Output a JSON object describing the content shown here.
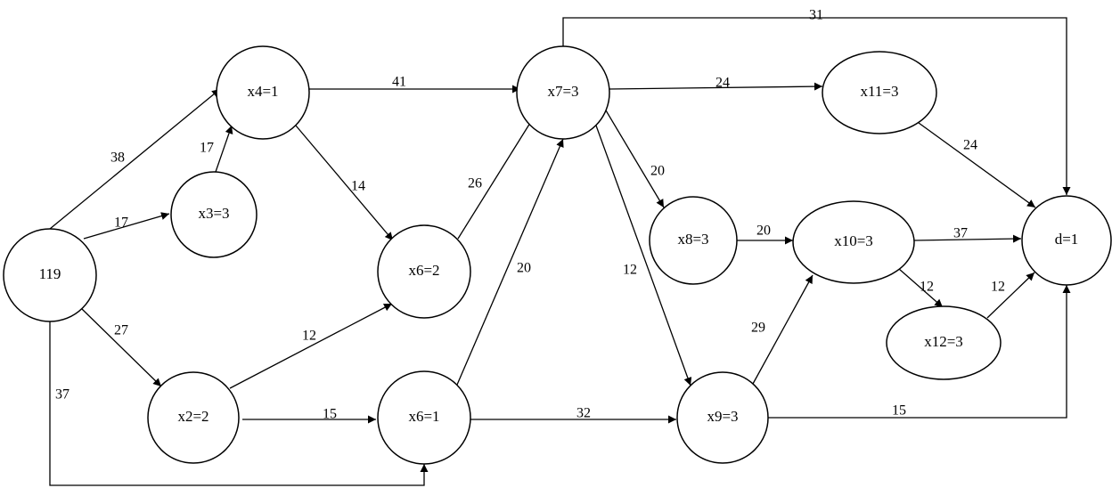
{
  "nodes": [
    {
      "id": "n119",
      "label": "119"
    },
    {
      "id": "x4",
      "label": "x4=1"
    },
    {
      "id": "x3",
      "label": "x3=3"
    },
    {
      "id": "x2",
      "label": "x2=2"
    },
    {
      "id": "x6a",
      "label": "x6=2"
    },
    {
      "id": "x6b",
      "label": "x6=1"
    },
    {
      "id": "x7",
      "label": "x7=3"
    },
    {
      "id": "x8",
      "label": "x8=3"
    },
    {
      "id": "x9",
      "label": "x9=3"
    },
    {
      "id": "x10",
      "label": "x10=3"
    },
    {
      "id": "x11",
      "label": "x11=3"
    },
    {
      "id": "x12",
      "label": "x12=3"
    },
    {
      "id": "d",
      "label": "d=1"
    }
  ],
  "edges": [
    {
      "from": "n119",
      "to": "x4",
      "label": "38"
    },
    {
      "from": "n119",
      "to": "x3",
      "label": "17"
    },
    {
      "from": "n119",
      "to": "x2",
      "label": "27"
    },
    {
      "from": "n119",
      "to": "x6b",
      "label": "37"
    },
    {
      "from": "x3",
      "to": "x4",
      "label": "17"
    },
    {
      "from": "x4",
      "to": "x7",
      "label": "41"
    },
    {
      "from": "x4",
      "to": "x6a",
      "label": "14"
    },
    {
      "from": "x2",
      "to": "x6a",
      "label": "12"
    },
    {
      "from": "x2",
      "to": "x6b",
      "label": "15"
    },
    {
      "from": "x6a",
      "to": "x7",
      "label": "26"
    },
    {
      "from": "x6b",
      "to": "x7",
      "label": "20"
    },
    {
      "from": "x6b",
      "to": "x9",
      "label": "32"
    },
    {
      "from": "x7",
      "to": "d",
      "label": "31"
    },
    {
      "from": "x7",
      "to": "x11",
      "label": "24"
    },
    {
      "from": "x7",
      "to": "x8",
      "label": "20"
    },
    {
      "from": "x7",
      "to": "x9",
      "label": "12"
    },
    {
      "from": "x11",
      "to": "d",
      "label": "24"
    },
    {
      "from": "x8",
      "to": "x10",
      "label": "20"
    },
    {
      "from": "x10",
      "to": "d",
      "label": "37"
    },
    {
      "from": "x10",
      "to": "x12",
      "label": "12"
    },
    {
      "from": "x12",
      "to": "d",
      "label": "12"
    },
    {
      "from": "x9",
      "to": "x10",
      "label": "29"
    },
    {
      "from": "x9",
      "to": "d",
      "label": "15"
    }
  ]
}
